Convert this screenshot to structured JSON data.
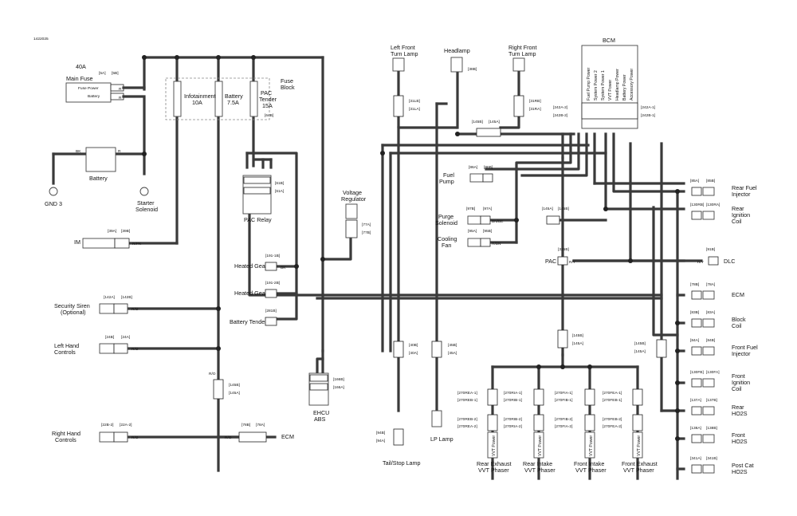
{
  "doc_id": "1422025",
  "labels": {
    "main_fuse": [
      "40A",
      "Main Fuse"
    ],
    "fuse_block": [
      "Fuse",
      "Block"
    ],
    "fuses": [
      [
        "Infotainment",
        "10A"
      ],
      [
        "Battery",
        "7.5A"
      ],
      [
        "PAC",
        "Tender",
        "15A"
      ]
    ],
    "battery": "Battery",
    "gnd": "GND 3",
    "starter": [
      "Starter",
      "Solenoid"
    ],
    "pac_relay": "PAC Relay",
    "voltage_regulator": [
      "Voltage",
      "Regulator"
    ],
    "im": "IM",
    "security_siren": [
      "Security Siren",
      "(Optional)"
    ],
    "left_controls": [
      "Left Hand",
      "Controls"
    ],
    "right_controls": [
      "Right Hand",
      "Controls"
    ],
    "ecm": "ECM",
    "heated_gear": "Heated Gear",
    "battery_tender": "Battery Tender",
    "ehcu": [
      "EHCU",
      "ABS"
    ],
    "lf_turn": [
      "Left Front",
      "Turn Lamp"
    ],
    "headlamp": "Headlamp",
    "rf_turn": [
      "Right Front",
      "Turn Lamp"
    ],
    "bcm": "BCM",
    "bcm_pins": [
      "Fuel Pump Power",
      "System Power 2",
      "System Power 1",
      "VVT Power",
      "Headlamp Power",
      "Battery Power",
      "Accessory Power"
    ],
    "fuel_pump": [
      "Fuel",
      "Pump"
    ],
    "purge": [
      "Purge",
      "Solenoid"
    ],
    "cooling_fan": [
      "Cooling",
      "Fan"
    ],
    "pac": "PAC",
    "dlc": "DLC",
    "tail_lamp": "Tail/Stop Lamp",
    "lp_lamp": "LP Lamp",
    "phasers": [
      [
        "Rear Exhaust",
        "VVT Phaser"
      ],
      [
        "Rear Intake",
        "VVT Phaser"
      ],
      [
        "Front Intake",
        "VVT Phaser"
      ],
      [
        "Front Exhaust",
        "VVT Phaser"
      ]
    ],
    "vvt_power": "VVT Power",
    "right_items": [
      [
        "Rear Fuel",
        "Injector"
      ],
      [
        "Rear",
        "Ignition",
        "Coil"
      ],
      [
        "ECM"
      ],
      [
        "Block",
        "Coil"
      ],
      [
        "Front Fuel",
        "Injector"
      ],
      [
        "Front",
        "Ignition",
        "Coil"
      ],
      [
        "Rear",
        "HO2S"
      ],
      [
        "Front",
        "HO2S"
      ],
      [
        "Post Cat",
        "HO2S"
      ]
    ]
  },
  "connectors": {
    "main_fuse": [
      "[5A]",
      "[5B]"
    ],
    "fuse64": "[64B]",
    "pac_relay": [
      "[61B]",
      "[61A]"
    ],
    "vreg": [
      "[77A]",
      "[77B]"
    ],
    "im": [
      "[39A]",
      "[39B]"
    ],
    "siren": [
      "[142A]",
      "[142B]"
    ],
    "left": [
      "[24B]",
      "[24A]"
    ],
    "c145_left": [
      "[145B]",
      "[145A]"
    ],
    "right": [
      "[22B-2]",
      "[22A-2]"
    ],
    "ecm": [
      "[78B]",
      "[78A]"
    ],
    "heated1": "[191-1B]",
    "heated2": "[191-2B]",
    "tender": "[281B]",
    "ehcu": [
      "[166B]",
      "[166A]"
    ],
    "lf": [
      "[31LB]",
      "[31LA]"
    ],
    "head": "[38B]",
    "rf": [
      "[31RB]",
      "[31RA]"
    ],
    "c145_top": [
      "[145B]",
      "[145A]"
    ],
    "bcm_l": [
      "[242A-2]",
      "[242B-2]"
    ],
    "bcm_r": [
      "[242A-1]",
      "[242B-1]"
    ],
    "fuel_pump": [
      "[86A]",
      "[86B]"
    ],
    "purge": [
      "[97B]",
      "[97A]"
    ],
    "c145_mid": [
      "[145A]",
      "[145B]"
    ],
    "fan": [
      "[95A]",
      "[95B]"
    ],
    "pac325": "[325B]",
    "dlc": "[91B]",
    "tail": [
      "[40B]",
      "[40A]"
    ],
    "lp": [
      "[45B]",
      "[45A]"
    ],
    "tail94": [
      "[94B]",
      "[94A]"
    ],
    "c145_center": [
      "[145B]",
      "[145A]"
    ],
    "c145_right": [
      "[145B]",
      "[145A]"
    ],
    "phaser_top": [
      [
        "[270REA-1]",
        "[270REB-1]"
      ],
      [
        "[270RIA-1]",
        "[270RIB-1]"
      ],
      [
        "[270FIA-1]",
        "[270FIB-1]"
      ],
      [
        "[270FEA-1]",
        "[270FEB-1]"
      ]
    ],
    "phaser_bot": [
      [
        "[270REB-2]",
        "[270REA-2]"
      ],
      [
        "[270RIB-2]",
        "[270RIA-2]"
      ],
      [
        "[270FIB-2]",
        "[270FIA-2]"
      ],
      [
        "[270FEB-2]",
        "[270FEA-2]"
      ]
    ],
    "right_items": [
      [
        "[85A]",
        "[85B]"
      ],
      [
        "[130RB]",
        "[130RA]"
      ],
      [
        "[78B]",
        "[78A]"
      ],
      [
        "[83B]",
        "[83A]"
      ],
      [
        "[84A]",
        "[84B]"
      ],
      [
        "[130FB]",
        "[130FA]"
      ],
      [
        "[137A]",
        "[137B]"
      ],
      [
        "[138A]",
        "[138B]"
      ],
      [
        "[341A]",
        "[341B]"
      ]
    ]
  },
  "wire_colors": {
    "r": "R",
    "bk": "BK",
    "rpk": "R/PK",
    "ro": "R/O",
    "rgy": "R/GY",
    "rbe": "R/BE",
    "be": "BE",
    "bebe": "BE/BE",
    "bnbe": "BN/BE",
    "rbn": "R/BN",
    "rgn": "R/GN",
    "ry": "R/Y",
    "rv": "R/V",
    "bnb": "BN/BE",
    "bn": "BN"
  },
  "pins": {
    "fuse_power": "Fuse Power",
    "battery_pin": "Battery"
  },
  "icons": [
    "ground-icon",
    "fuse-icon",
    "relay-icon",
    "connector-icon",
    "battery-icon"
  ]
}
